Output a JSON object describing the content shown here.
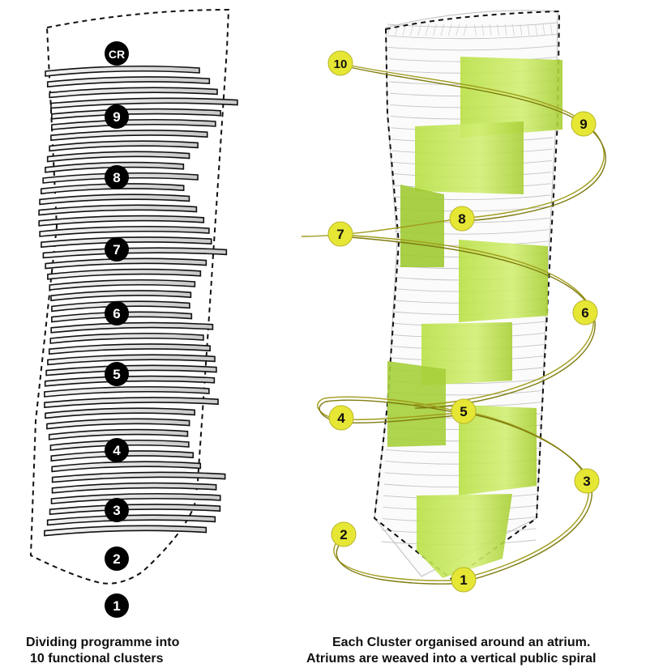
{
  "left_diagram": {
    "caption_line1": "Dividing programme into",
    "caption_line2": "10 functional clusters",
    "cluster_labels": [
      "CR",
      "9",
      "8",
      "7",
      "6",
      "5",
      "4",
      "3",
      "2",
      "1"
    ]
  },
  "right_diagram": {
    "caption_line1": "Each Cluster organised around an atrium.",
    "caption_line2": "Atriums are weaved into a vertical public spiral",
    "spiral_labels": [
      "10",
      "9",
      "8",
      "7",
      "6",
      "5",
      "4",
      "3",
      "2",
      "1"
    ]
  },
  "colors": {
    "cluster_marker": "#000000",
    "slab_fill": "#e6e6e6",
    "atrium_fill": "#c8ea5c",
    "spiral_line": "#9c9a1e",
    "spiral_marker": "#e6e635"
  }
}
